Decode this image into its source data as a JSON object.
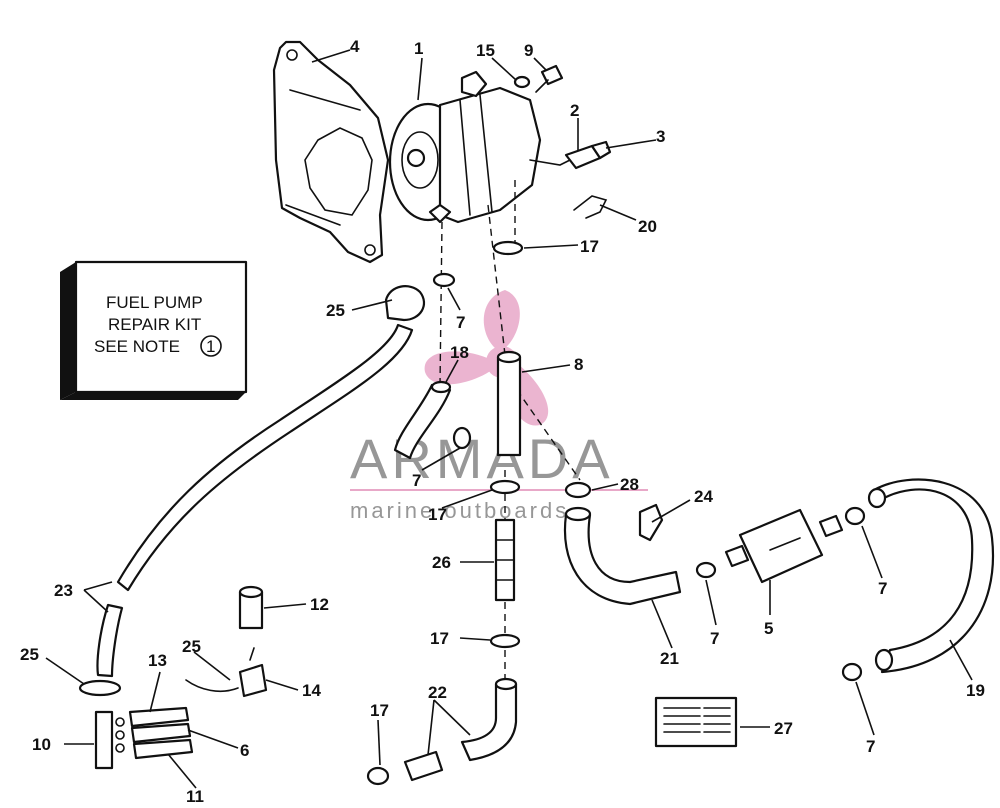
{
  "kit_box": {
    "line1": "FUEL PUMP",
    "line2": "REPAIR KIT",
    "line3": "SEE NOTE",
    "note_number": "1"
  },
  "watermark": {
    "brand": "ARMADA",
    "tagline": "marine outboards",
    "accent_color": "#e8a8c8",
    "text_color": "#8c8c8c"
  },
  "callouts": {
    "c1": "1",
    "c2": "2",
    "c3": "3",
    "c4": "4",
    "c5": "5",
    "c6": "6",
    "c7a": "7",
    "c7b": "7",
    "c7c": "7",
    "c7d": "7",
    "c7e": "7",
    "c8": "8",
    "c9": "9",
    "c10": "10",
    "c11": "11",
    "c12": "12",
    "c13": "13",
    "c14": "14",
    "c15": "15",
    "c17a": "17",
    "c17b": "17",
    "c17c": "17",
    "c17d": "17",
    "c18": "18",
    "c19": "19",
    "c20": "20",
    "c21": "21",
    "c22": "22",
    "c23": "23",
    "c24": "24",
    "c25a": "25",
    "c25b": "25",
    "c25c": "25",
    "c26": "26",
    "c27": "27",
    "c28": "28"
  }
}
